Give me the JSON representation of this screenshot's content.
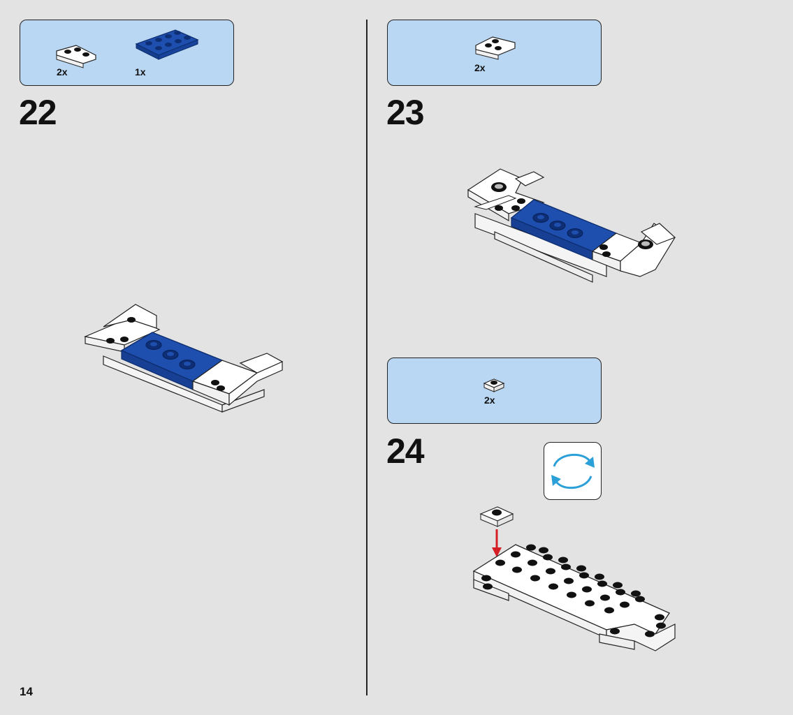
{
  "page": {
    "number": "14"
  },
  "steps": [
    {
      "number": "22",
      "parts": [
        {
          "qty": "2x",
          "part": "white-corner-plate"
        },
        {
          "qty": "1x",
          "part": "blue-plate-2x4"
        }
      ]
    },
    {
      "number": "23",
      "parts": [
        {
          "qty": "2x",
          "part": "white-corner-plate"
        }
      ]
    },
    {
      "number": "24",
      "parts": [
        {
          "qty": "2x",
          "part": "white-plate-1x1"
        }
      ],
      "icon": "rotate-model-icon"
    }
  ],
  "colors": {
    "background": "#e3e3e3",
    "parts_box": "#b9d7f2",
    "brick_blue": "#1f4fae",
    "brick_white": "#ffffff",
    "arrow_red": "#d41f26",
    "rotate_arrow": "#2b9fd8"
  }
}
